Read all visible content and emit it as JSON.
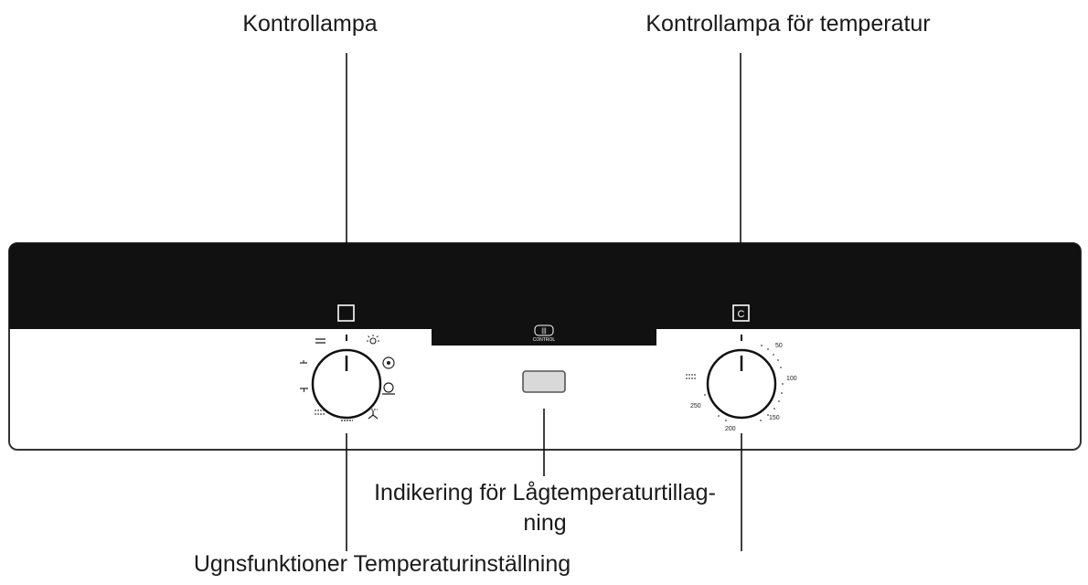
{
  "labels": {
    "pilot_lamp": "Kontrollampa",
    "temp_lamp": "Kontrollampa för temperatur",
    "low_temp_line1": "Indikering för Lågtemperaturtillag-",
    "low_temp_line2": "ning",
    "bottom": "Ugnsfunktioner Temperaturinställning"
  },
  "control_badge": {
    "symbol": "|||",
    "text": "CONTROL"
  },
  "temp_lamp_symbol": "C",
  "temperature_scale": [
    "50",
    "100",
    "150",
    "200",
    "250"
  ],
  "colors": {
    "panel_top": "#111111",
    "panel_border": "#333333",
    "indicator_window": "#d9d9d9"
  }
}
